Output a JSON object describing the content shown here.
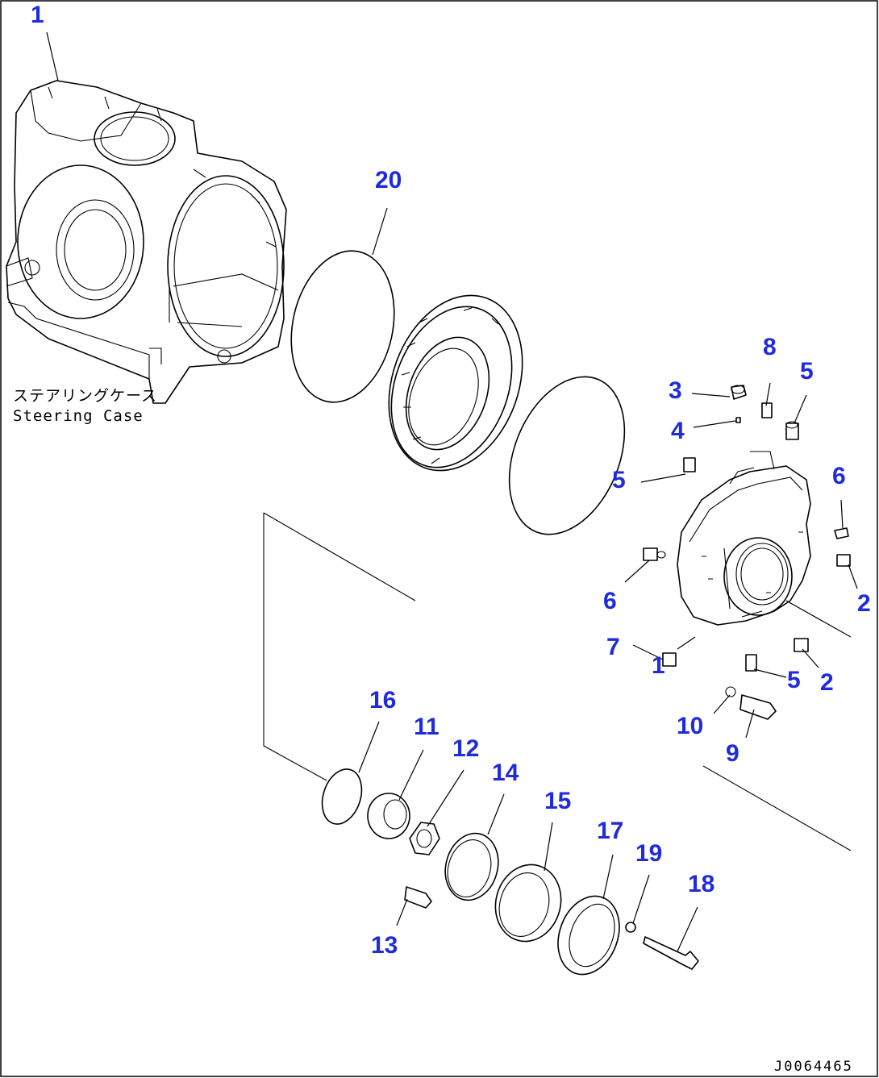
{
  "diagram": {
    "caption_jp": "ステアリングケース",
    "caption_en": "Steering Case",
    "document_id": "J0064465",
    "callouts": {
      "c1_top": "1",
      "c20": "20",
      "c8": "8",
      "c5_top": "5",
      "c3": "3",
      "c4": "4",
      "c5_mid": "5",
      "c6_right": "6",
      "c6_left": "6",
      "c2_upper": "2",
      "c7": "7",
      "c1_low": "1",
      "c5_low": "5",
      "c2_lower": "2",
      "c10": "10",
      "c9": "9",
      "c16": "16",
      "c11": "11",
      "c12": "12",
      "c14": "14",
      "c15": "15",
      "c17": "17",
      "c19": "19",
      "c18": "18",
      "c13": "13"
    }
  }
}
